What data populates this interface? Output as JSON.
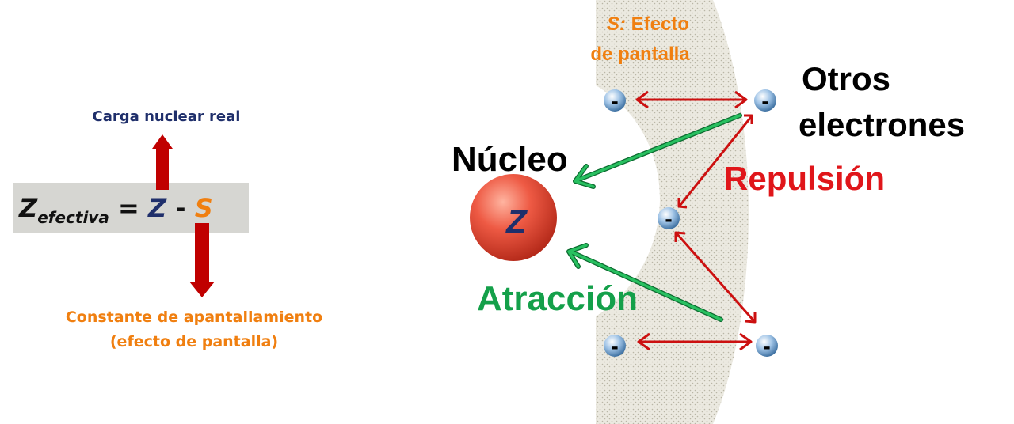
{
  "colors": {
    "navy": "#1f2f6b",
    "orange": "#f07f10",
    "red": "#cc1010",
    "green": "#14a04a",
    "black": "#000000",
    "gray_box": "#d6d6d2"
  },
  "left": {
    "formula": {
      "z_symbol": "Z",
      "subscript": "efectiva",
      "equals": "=",
      "z_term": "Z",
      "minus": "-",
      "s_term": "S"
    },
    "top_label": "Carga nuclear real",
    "bottom_label_line1": "Constante de apantallamiento",
    "bottom_label_line2": "(efecto de pantalla)"
  },
  "right": {
    "shield_label_s": "S:",
    "shield_label_line1": " Efecto",
    "shield_label_line2": "de pantalla",
    "other_electrons_line1": "Otros",
    "other_electrons_line2": "electrones",
    "nucleus_label": "Núcleo",
    "nucleus_symbol": "Z",
    "repulsion_label": "Repulsión",
    "attraction_label": "Atracción",
    "electron_sign": "-"
  }
}
